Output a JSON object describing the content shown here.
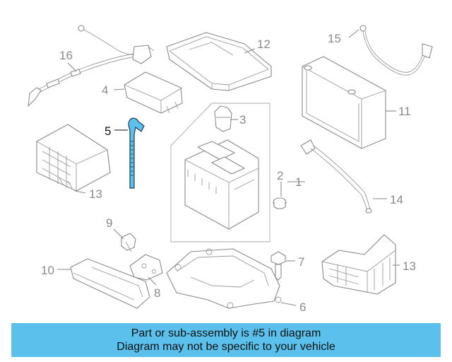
{
  "diagram": {
    "callouts": [
      {
        "id": "c1",
        "label": "1"
      },
      {
        "id": "c2",
        "label": "2"
      },
      {
        "id": "c3",
        "label": "3"
      },
      {
        "id": "c4",
        "label": "4"
      },
      {
        "id": "c5",
        "label": "5"
      },
      {
        "id": "c6",
        "label": "6"
      },
      {
        "id": "c7",
        "label": "7"
      },
      {
        "id": "c8",
        "label": "8"
      },
      {
        "id": "c9",
        "label": "9"
      },
      {
        "id": "c10",
        "label": "10"
      },
      {
        "id": "c11",
        "label": "11"
      },
      {
        "id": "c12",
        "label": "12"
      },
      {
        "id": "c13a",
        "label": "13"
      },
      {
        "id": "c13b",
        "label": "13"
      },
      {
        "id": "c14",
        "label": "14"
      },
      {
        "id": "c15",
        "label": "15"
      },
      {
        "id": "c16",
        "label": "16"
      }
    ],
    "highlight_color": "#5bc0eb"
  },
  "banner": {
    "line1": "Part or sub-assembly is #5 in diagram",
    "line2": "Diagram may not be specific to your vehicle",
    "color": "#5bc0eb"
  }
}
